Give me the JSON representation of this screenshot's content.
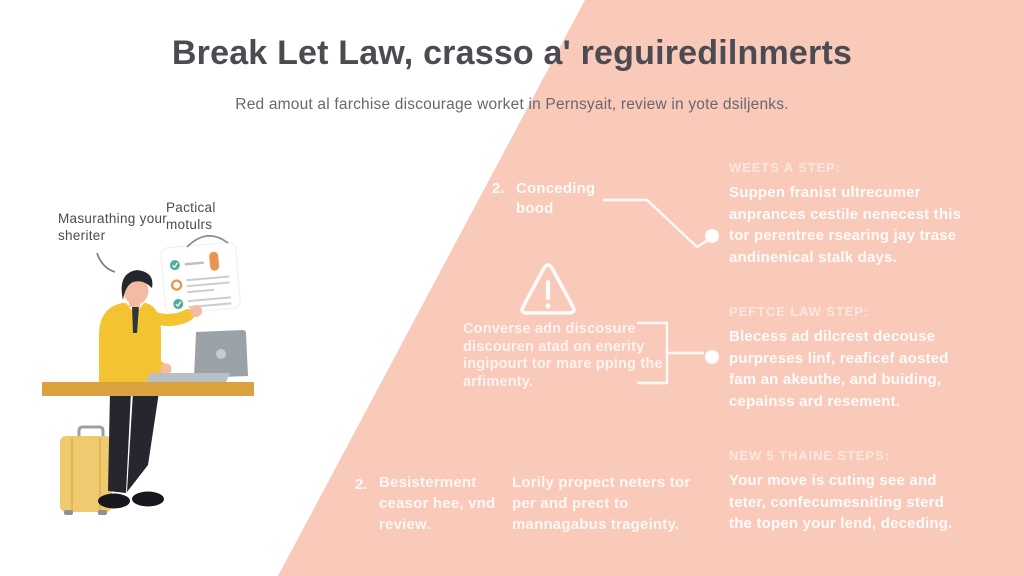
{
  "header": {
    "title": "Break Let Law, crasso a' reguiredilnmerts",
    "subtitle": "Red amout al farchise discourage worket in Pernsyait, review in yote dsiljenks."
  },
  "colors": {
    "background": "#ffffff",
    "pink_wedge": "#f9c9b9",
    "title_text": "#4c4b52",
    "subtitle_text": "#6a666e",
    "white_text": "#ffffff",
    "sweater_yellow": "#f3c331",
    "suitcase_yellow": "#f0ca6e",
    "desk_amber": "#d9a23f",
    "laptop_gray": "#9aa1a7",
    "check_teal": "#4fae9d",
    "ring_orange": "#e8954f"
  },
  "illustration": {
    "label_left": "Masurathing your sheriter",
    "label_right": "Pactical motulrs"
  },
  "callouts": {
    "item1_marker": "2.",
    "item1_text": "Conceding bood",
    "warning_text": "Converse adn discosure discouren atad on enerity ingipourt tor mare pping the arfimenty.",
    "item2_marker": "2.",
    "item2_text": "Besisterment ceasor hee, vnd review.",
    "item3_text": "Lorily propect neters tor per and prect to mannagabus trageinty."
  },
  "steps": [
    {
      "heading": "WEETS A STEP:",
      "body": "Suppen franist ultrecumer anprances cestile nenecest this tor perentree rsearing jay trase andinenical stalk days."
    },
    {
      "heading": "PEFTCE LAW STEP:",
      "body": "Blecess ad dilcrest decouse purpreses linf, reaficef aosted fam an akeuthe, and buiding, cepainss ard resement."
    },
    {
      "heading": "NEW 5 THAINE STEPS:",
      "body": "Your move is cuting see and teter, confecumesniting sterd the topen your lend, deceding."
    }
  ]
}
